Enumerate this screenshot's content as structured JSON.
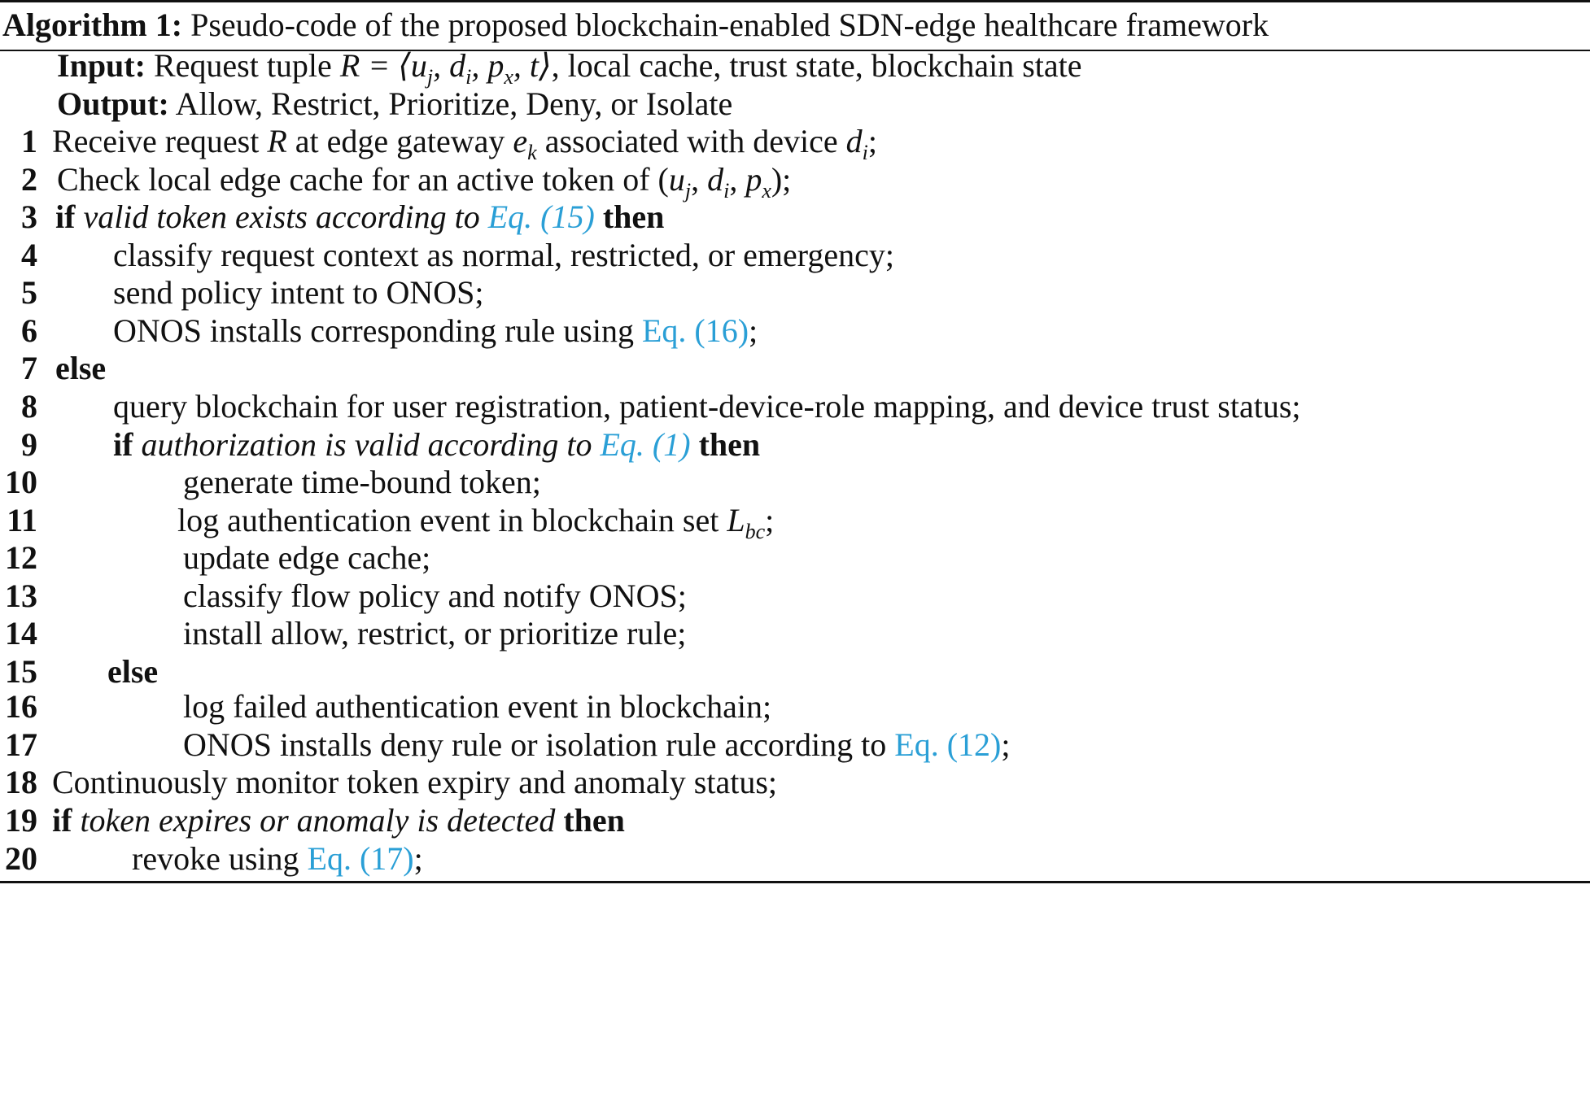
{
  "caption": {
    "label": "Algorithm 1:",
    "text": "Pseudo-code of the proposed blockchain-enabled SDN-edge healthcare framework"
  },
  "input": {
    "label": "Input:",
    "pre": "Request tuple ",
    "math": "R = ⟨u",
    "j": "j",
    "d": ", d",
    "i": "i",
    "p": ", p",
    "x": "x",
    "t": ", t⟩",
    "post": ", local cache, trust state, blockchain state"
  },
  "output": {
    "label": "Output:",
    "text": "Allow, Restrict, Prioritize, Deny, or Isolate"
  },
  "lines": [
    {
      "n": "1",
      "a": "Receive request ",
      "m1": "R",
      "b": " at edge gateway ",
      "m2": "e",
      "s2": "k",
      "c": " associated with device ",
      "m3": "d",
      "s3": "i",
      "d": ";"
    },
    {
      "n": "2",
      "a": "Check local edge cache for an active token of (",
      "m1": "u",
      "s1": "j",
      "b": ", ",
      "m2": "d",
      "s2": "i",
      "c": ", ",
      "m3": "p",
      "s3": "x",
      "d": ");"
    },
    {
      "n": "3",
      "kw1": "if",
      "cond": "valid token exists according to",
      "ref": "Eq. (15)",
      "kw2": "then"
    },
    {
      "n": "4",
      "text": "classify request context as normal, restricted, or emergency;"
    },
    {
      "n": "5",
      "text": "send policy intent to ONOS;"
    },
    {
      "n": "6",
      "text": "ONOS installs corresponding rule using ",
      "ref": "Eq. (16)",
      "tail": ";"
    },
    {
      "n": "7",
      "kw1": "else"
    },
    {
      "n": "8",
      "text": "query blockchain for user registration, patient-device-role mapping, and device trust status;"
    },
    {
      "n": "9",
      "kw1": "if",
      "cond": "authorization is valid according to",
      "ref": "Eq. (1)",
      "kw2": "then"
    },
    {
      "n": "10",
      "text": "generate time-bound token;"
    },
    {
      "n": "11",
      "text": "log authentication event in blockchain set ",
      "m": "L",
      "s": "bc",
      "tail": ";"
    },
    {
      "n": "12",
      "text": "update edge cache;"
    },
    {
      "n": "13",
      "text": "classify flow policy and notify ONOS;"
    },
    {
      "n": "14",
      "text": "install allow, restrict, or prioritize rule;"
    },
    {
      "n": "15",
      "kw1": "else"
    },
    {
      "n": "16",
      "text": "log failed authentication event in blockchain;"
    },
    {
      "n": "17",
      "text": "ONOS installs deny rule or isolation rule according to ",
      "ref": "Eq. (12)",
      "tail": ";"
    },
    {
      "n": "18",
      "text": "Continuously monitor token expiry and anomaly status;"
    },
    {
      "n": "19",
      "kw1": "if",
      "cond": "token expires or anomaly is detected",
      "kw2": "then"
    },
    {
      "n": "20",
      "text": "revoke using ",
      "ref": "Eq. (17)",
      "tail": ";"
    }
  ],
  "colors": {
    "link": "#2a9fd6",
    "text": "#111111"
  }
}
